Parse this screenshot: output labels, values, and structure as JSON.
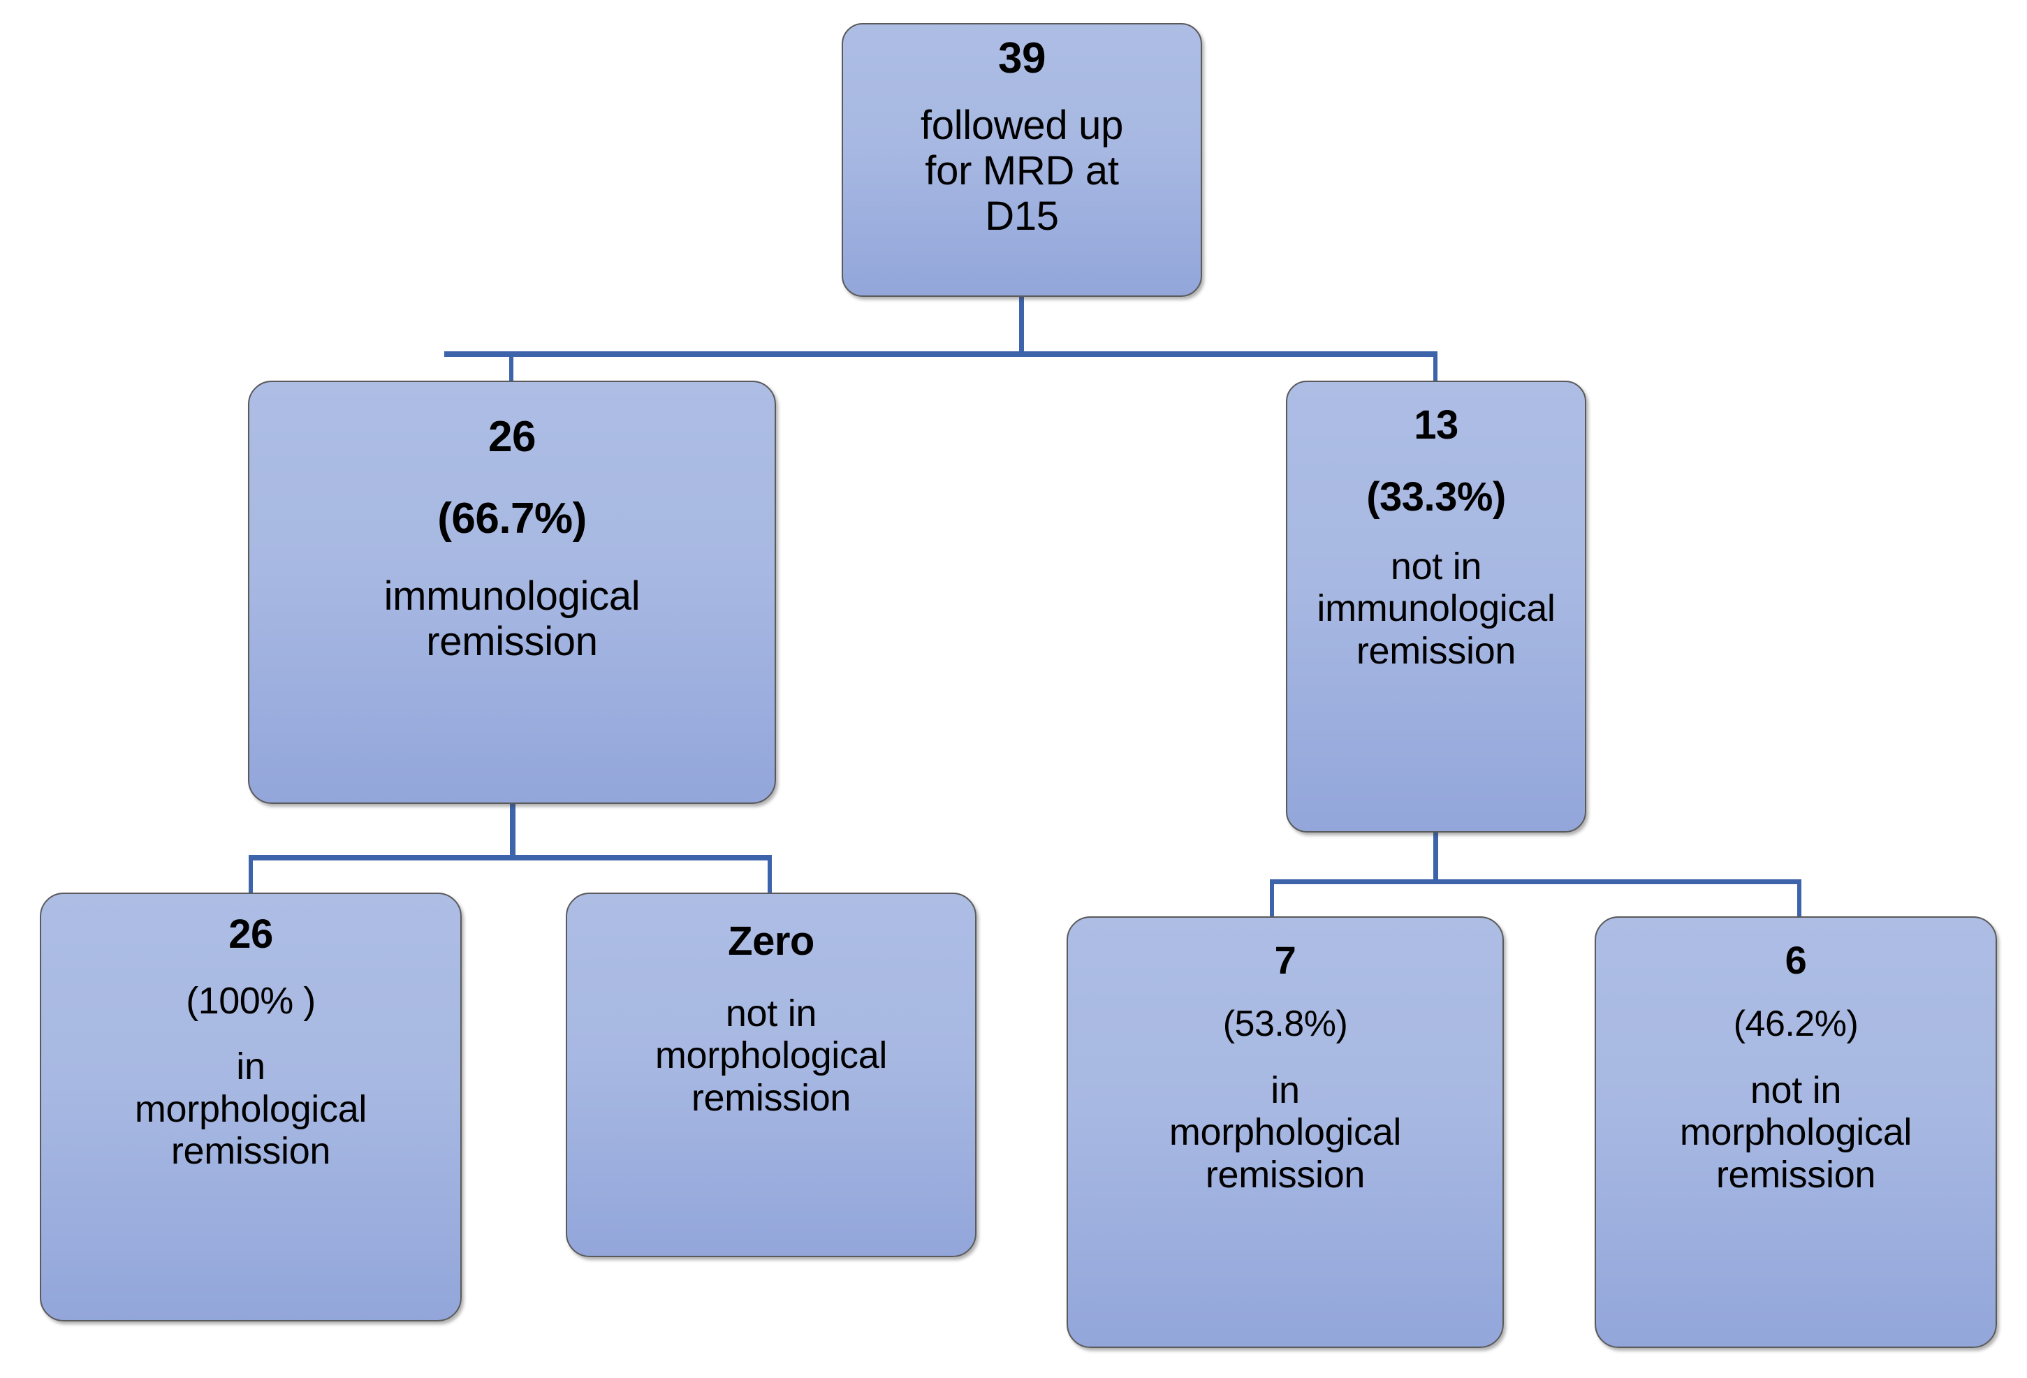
{
  "diagram": {
    "title": "MRD follow-up at D15 flowchart",
    "colors": {
      "node_fill_top": "#adbde4",
      "node_fill_bottom": "#93a6da",
      "node_border": "#5a5a5a",
      "connector": "#3d63ab",
      "text": "#000000",
      "background": "#ffffff"
    },
    "nodes": {
      "root": {
        "count": "39",
        "percent": "",
        "description": "followed up\nfor MRD at\nD15"
      },
      "immunological_remission": {
        "count": "26",
        "percent": "(66.7%)",
        "description": "immunological\nremission"
      },
      "not_immunological_remission": {
        "count": "13",
        "percent": "(33.3%)",
        "description": "not in\nimmunological\nremission"
      },
      "leaf_imm_morph_yes": {
        "count": "26",
        "percent": "(100% )",
        "description": "in\nmorphological\nremission"
      },
      "leaf_imm_morph_no": {
        "count": "Zero",
        "percent": "",
        "description": "not in\nmorphological\nremission"
      },
      "leaf_notimm_morph_yes": {
        "count": "7",
        "percent": "(53.8%)",
        "description": "in\nmorphological\nremission"
      },
      "leaf_notimm_morph_no": {
        "count": "6",
        "percent": "(46.2%)",
        "description": "not  in\nmorphological\nremission"
      }
    }
  },
  "chart_data": {
    "type": "diagram",
    "title": "MRD follow-up at D15",
    "tree": [
      {
        "id": "root",
        "count": 39,
        "percent": null,
        "label": "followed up for MRD at D15",
        "children": [
          {
            "id": "immunological_remission",
            "count": 26,
            "percent": 66.7,
            "label": "immunological remission",
            "children": [
              {
                "id": "leaf_imm_morph_yes",
                "count": 26,
                "percent": 100,
                "label": "in morphological remission"
              },
              {
                "id": "leaf_imm_morph_no",
                "count": 0,
                "count_text": "Zero",
                "percent": null,
                "label": "not in morphological remission"
              }
            ]
          },
          {
            "id": "not_immunological_remission",
            "count": 13,
            "percent": 33.3,
            "label": "not in immunological remission",
            "children": [
              {
                "id": "leaf_notimm_morph_yes",
                "count": 7,
                "percent": 53.8,
                "label": "in morphological remission"
              },
              {
                "id": "leaf_notimm_morph_no",
                "count": 6,
                "percent": 46.2,
                "label": "not in morphological remission"
              }
            ]
          }
        ]
      }
    ]
  }
}
